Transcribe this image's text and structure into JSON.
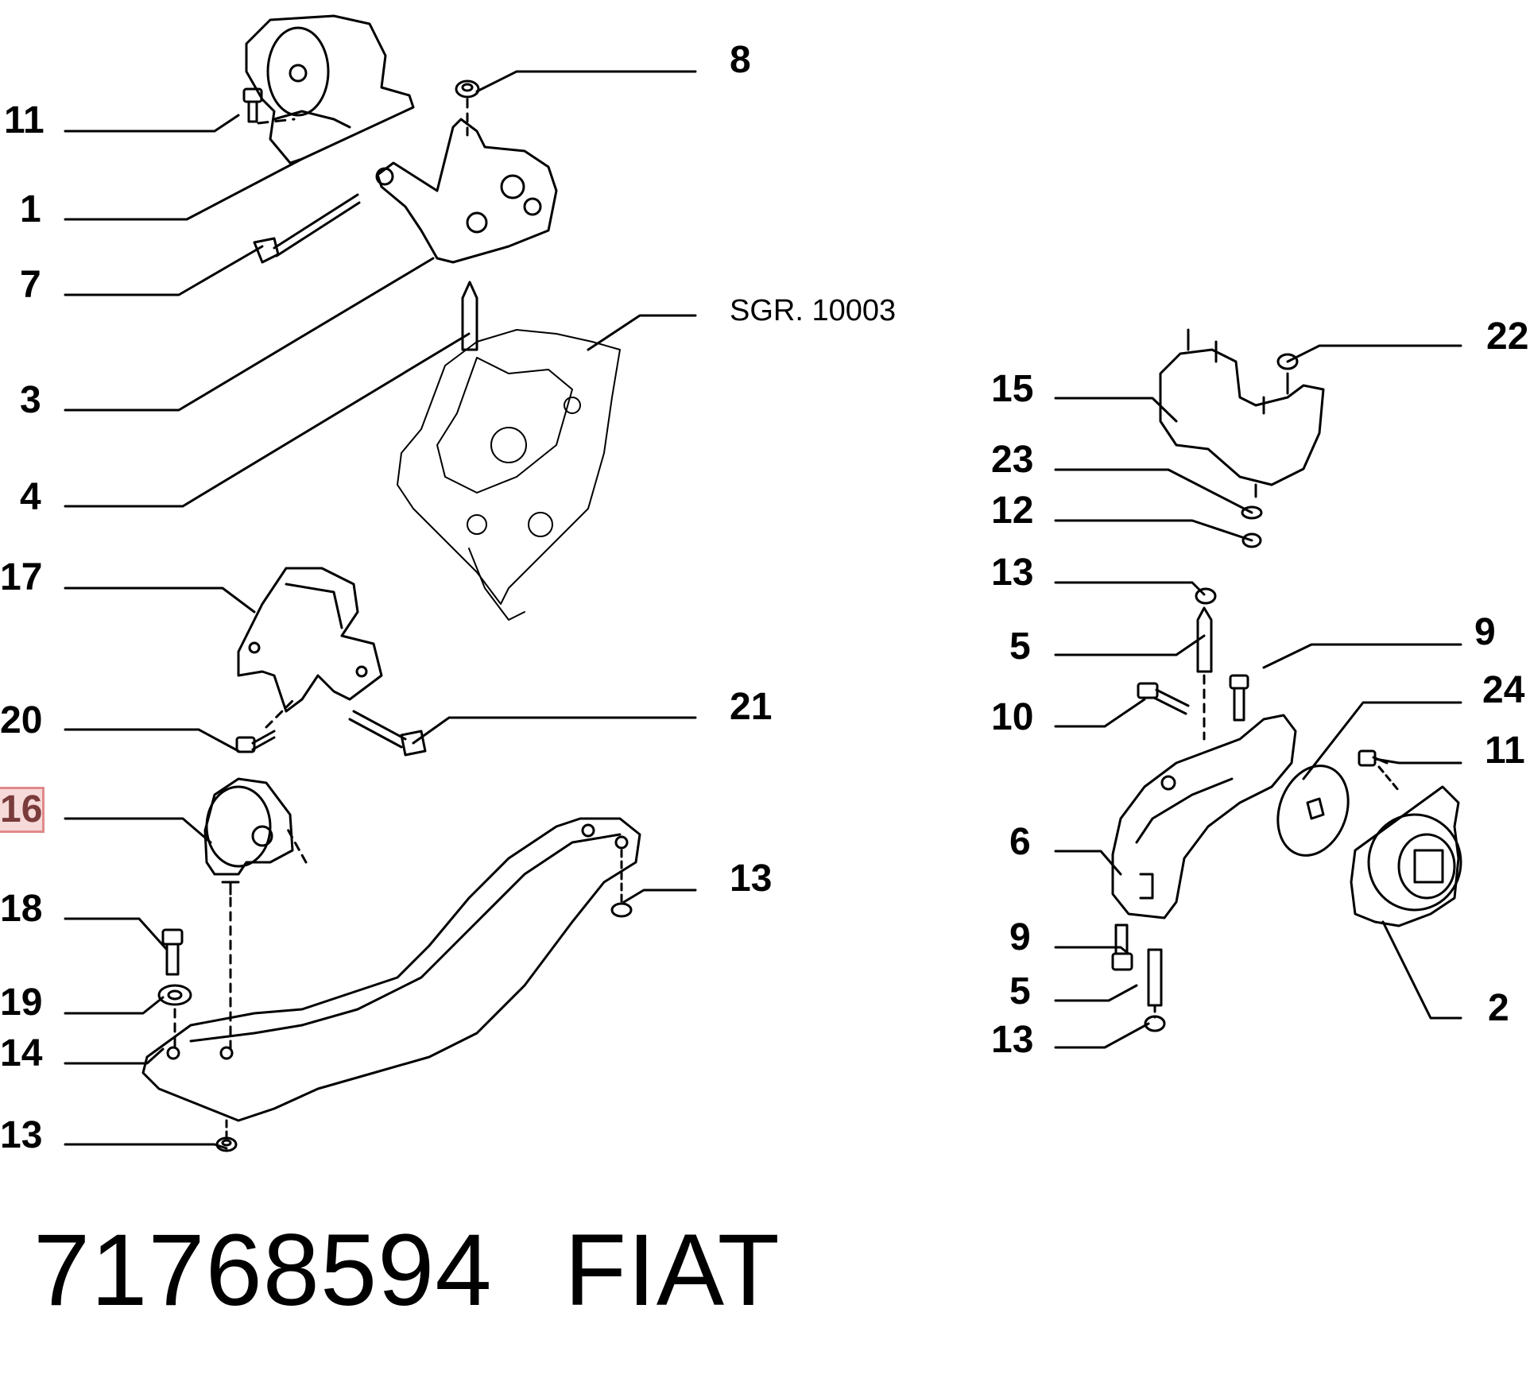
{
  "diagram": {
    "labels": {
      "l11a": "11",
      "l1": "1",
      "l7": "7",
      "l3": "3",
      "l4": "4",
      "l17": "17",
      "l20": "20",
      "l16": "16",
      "l18": "18",
      "l19": "19",
      "l14": "14",
      "l13a": "13",
      "l8": "8",
      "l21": "21",
      "l13b": "13",
      "l22": "22",
      "l15": "15",
      "l23": "23",
      "l12": "12",
      "l13c": "13",
      "l5a": "5",
      "l9a": "9",
      "l10": "10",
      "l24": "24",
      "l11b": "11",
      "l6": "6",
      "l9b": "9",
      "l5b": "5",
      "l13d": "13",
      "l2": "2"
    },
    "reference": "SGR. 10003",
    "highlighted_label": "16",
    "colors": {
      "line": "#000000",
      "highlight": "#e08a8a"
    }
  },
  "footer": {
    "part_number": "71768594",
    "brand": "FIAT"
  }
}
